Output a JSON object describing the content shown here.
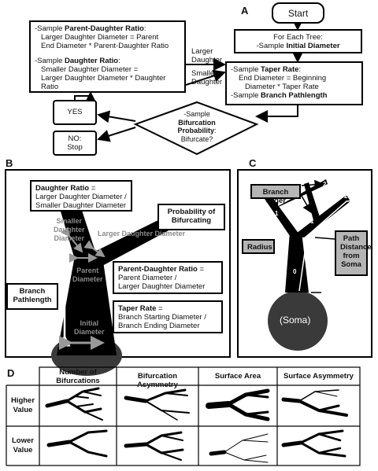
{
  "panel_a": {
    "label": "A",
    "start": "Start",
    "each_tree": {
      "line1": "For Each Tree:",
      "line2a": "-Sample ",
      "line2b": "Initial Diameter"
    },
    "taper": {
      "l1a": "-Sample ",
      "l1b": "Taper Rate",
      "l1c": ":",
      "l2": "End Diameter = Beginning",
      "l3": "Diameter * Taper Rate",
      "l4a": "-Sample ",
      "l4b": "Branch Pathlength"
    },
    "ratios": {
      "p1a": "-Sample ",
      "p1b": "Parent-Daughter Ratio",
      "p1c": ":",
      "p2": "Larger Daughter Diameter = Parent",
      "p3": "End Diameter * Parent-Daughter Ratio",
      "d1a": "-Sample ",
      "d1b": "Daughter Ratio",
      "d1c": ":",
      "d2": "Smaller Daughter Diameter =",
      "d3": "Larger Daughter Diameter * Daughter Ratio"
    },
    "larger_daughter": [
      "Larger",
      "Daughter"
    ],
    "smaller_daughter": [
      "Smaller",
      "Daughter"
    ],
    "decision": {
      "l1": "-Sample",
      "l2": "Bifurcation",
      "l3": "Probability",
      "l4": "Bifurcate?"
    },
    "yes": "YES",
    "no": [
      "NO:",
      "Stop"
    ]
  },
  "panel_b": {
    "label": "B",
    "daughter_ratio": {
      "title": "Daughter Ratio",
      "eq": " =",
      "l2": "Larger Daughter Diameter /",
      "l3": "Smaller Daughter Diameter"
    },
    "prob_bif": [
      "Probability of",
      "Bifurcating"
    ],
    "smaller_daughter_diam": [
      "Smaller",
      "Daughter",
      "Diameter"
    ],
    "larger_daughter_diam": "Larger Daughter Diameter",
    "parent_diam": [
      "Parent",
      "Diameter"
    ],
    "pd_ratio": {
      "title": "Parent-Daughter Ratio",
      "eq": " =",
      "l2": "Parent Diameter /",
      "l3": "Larger Daughter Diameter"
    },
    "branch_pathlength": [
      "Branch",
      "Pathlength"
    ],
    "taper_rate": {
      "title": "Taper Rate",
      "eq": " =",
      "l2": "Branch Starting Diameter /",
      "l3": "Branch Ending Diameter"
    },
    "initial_diam": [
      "Initial",
      "Diameter"
    ]
  },
  "panel_c": {
    "label": "C",
    "branch_order": "Branch Order",
    "radius": "Radius",
    "path_distance": [
      "Path",
      "Distance",
      "from",
      "Soma"
    ],
    "soma": "(Soma)",
    "orders": [
      "0",
      "1",
      "1",
      "2",
      "2"
    ]
  },
  "panel_d": {
    "label": "D",
    "headers": [
      [
        "Number of",
        "Bifurcations"
      ],
      [
        "Bifurcation Asymmetry"
      ],
      [
        "Surface Area"
      ],
      [
        "Surface Asymmetry"
      ]
    ],
    "rows": [
      [
        "Higher",
        "Value"
      ],
      [
        "Lower",
        "Value"
      ]
    ]
  }
}
